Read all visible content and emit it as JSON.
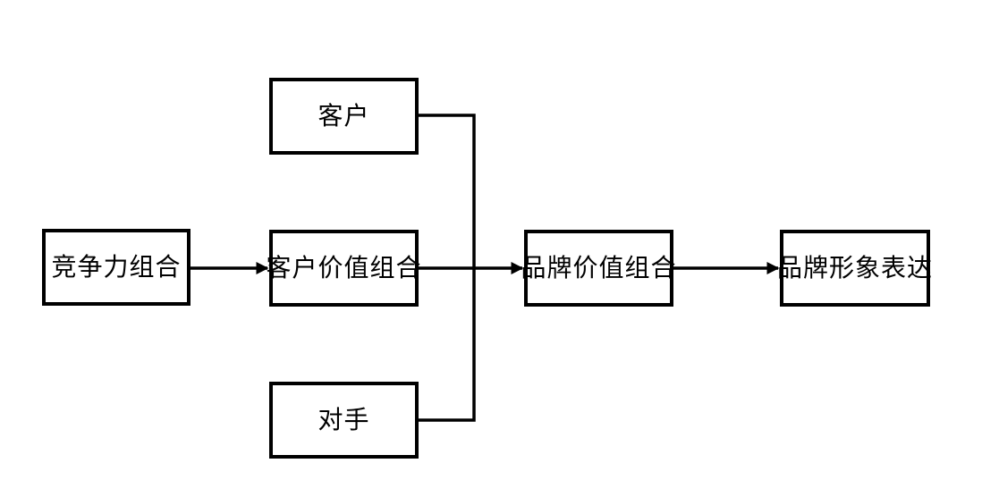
{
  "diagram": {
    "type": "flowchart",
    "colors": {
      "background": "#ffffff",
      "line": "#000000",
      "box_border": "#000000",
      "box_fill": "#ffffff",
      "text": "#000000"
    },
    "nodes": [
      {
        "id": "competitiveness-mix",
        "label": "竞争力组合"
      },
      {
        "id": "customer",
        "label": "客户"
      },
      {
        "id": "customer-value-mix",
        "label": "客户价值组合"
      },
      {
        "id": "opponent",
        "label": "对手"
      },
      {
        "id": "brand-value-mix",
        "label": "品牌价值组合"
      },
      {
        "id": "brand-image-expression",
        "label": "品牌形象表达"
      }
    ],
    "edges": [
      {
        "from": "competitiveness-mix",
        "to": "customer-value-mix",
        "style": "arrow"
      },
      {
        "from": "customer-value-mix",
        "to": "brand-value-mix",
        "style": "arrow"
      },
      {
        "from": "brand-value-mix",
        "to": "brand-image-expression",
        "style": "arrow"
      },
      {
        "from": "customer",
        "to": "opponent",
        "style": "elbow-connector crossing main arrow"
      }
    ]
  }
}
